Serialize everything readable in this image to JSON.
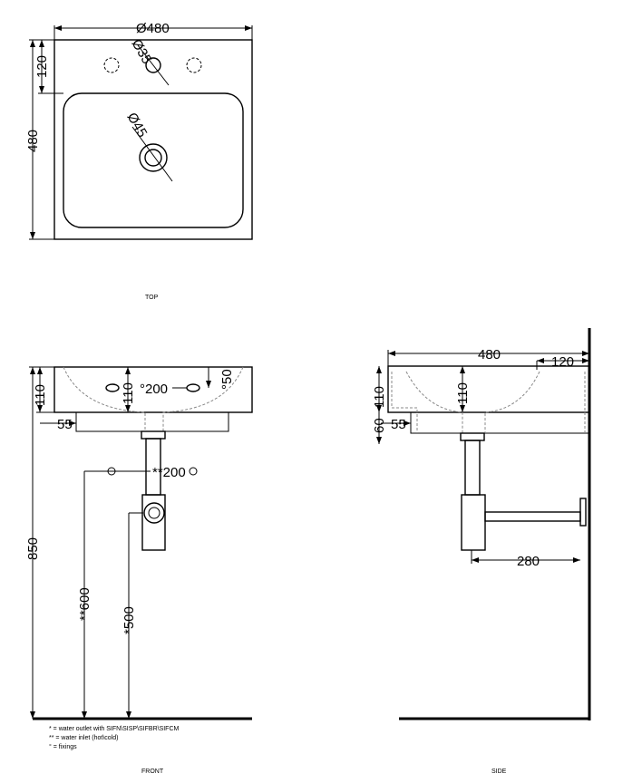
{
  "views": {
    "top": "TOP",
    "front": "FRONT",
    "side": "SIDE"
  },
  "top_dims": {
    "width": "Ø480",
    "depth": "480",
    "tap_offset": "120",
    "tap_hole": "Ø35",
    "drain": "Ø45"
  },
  "front_dims": {
    "height": "850",
    "rim": "110",
    "rim_center": "110",
    "holes_spacing": "°200",
    "hole_offset": "°50",
    "back": "55",
    "inlet_spacing": "**200",
    "inlet_height": "**600",
    "outlet_height": "*500"
  },
  "side_dims": {
    "depth": "480",
    "offset": "120",
    "rim": "110",
    "center": "110",
    "base": "60",
    "back": "55",
    "trap": "280"
  },
  "notes": [
    "* = water outlet with SIFN\\SISP\\SIFBR\\SIFCM",
    "** = water inlet (hot\\cold)",
    "° = fixings"
  ]
}
